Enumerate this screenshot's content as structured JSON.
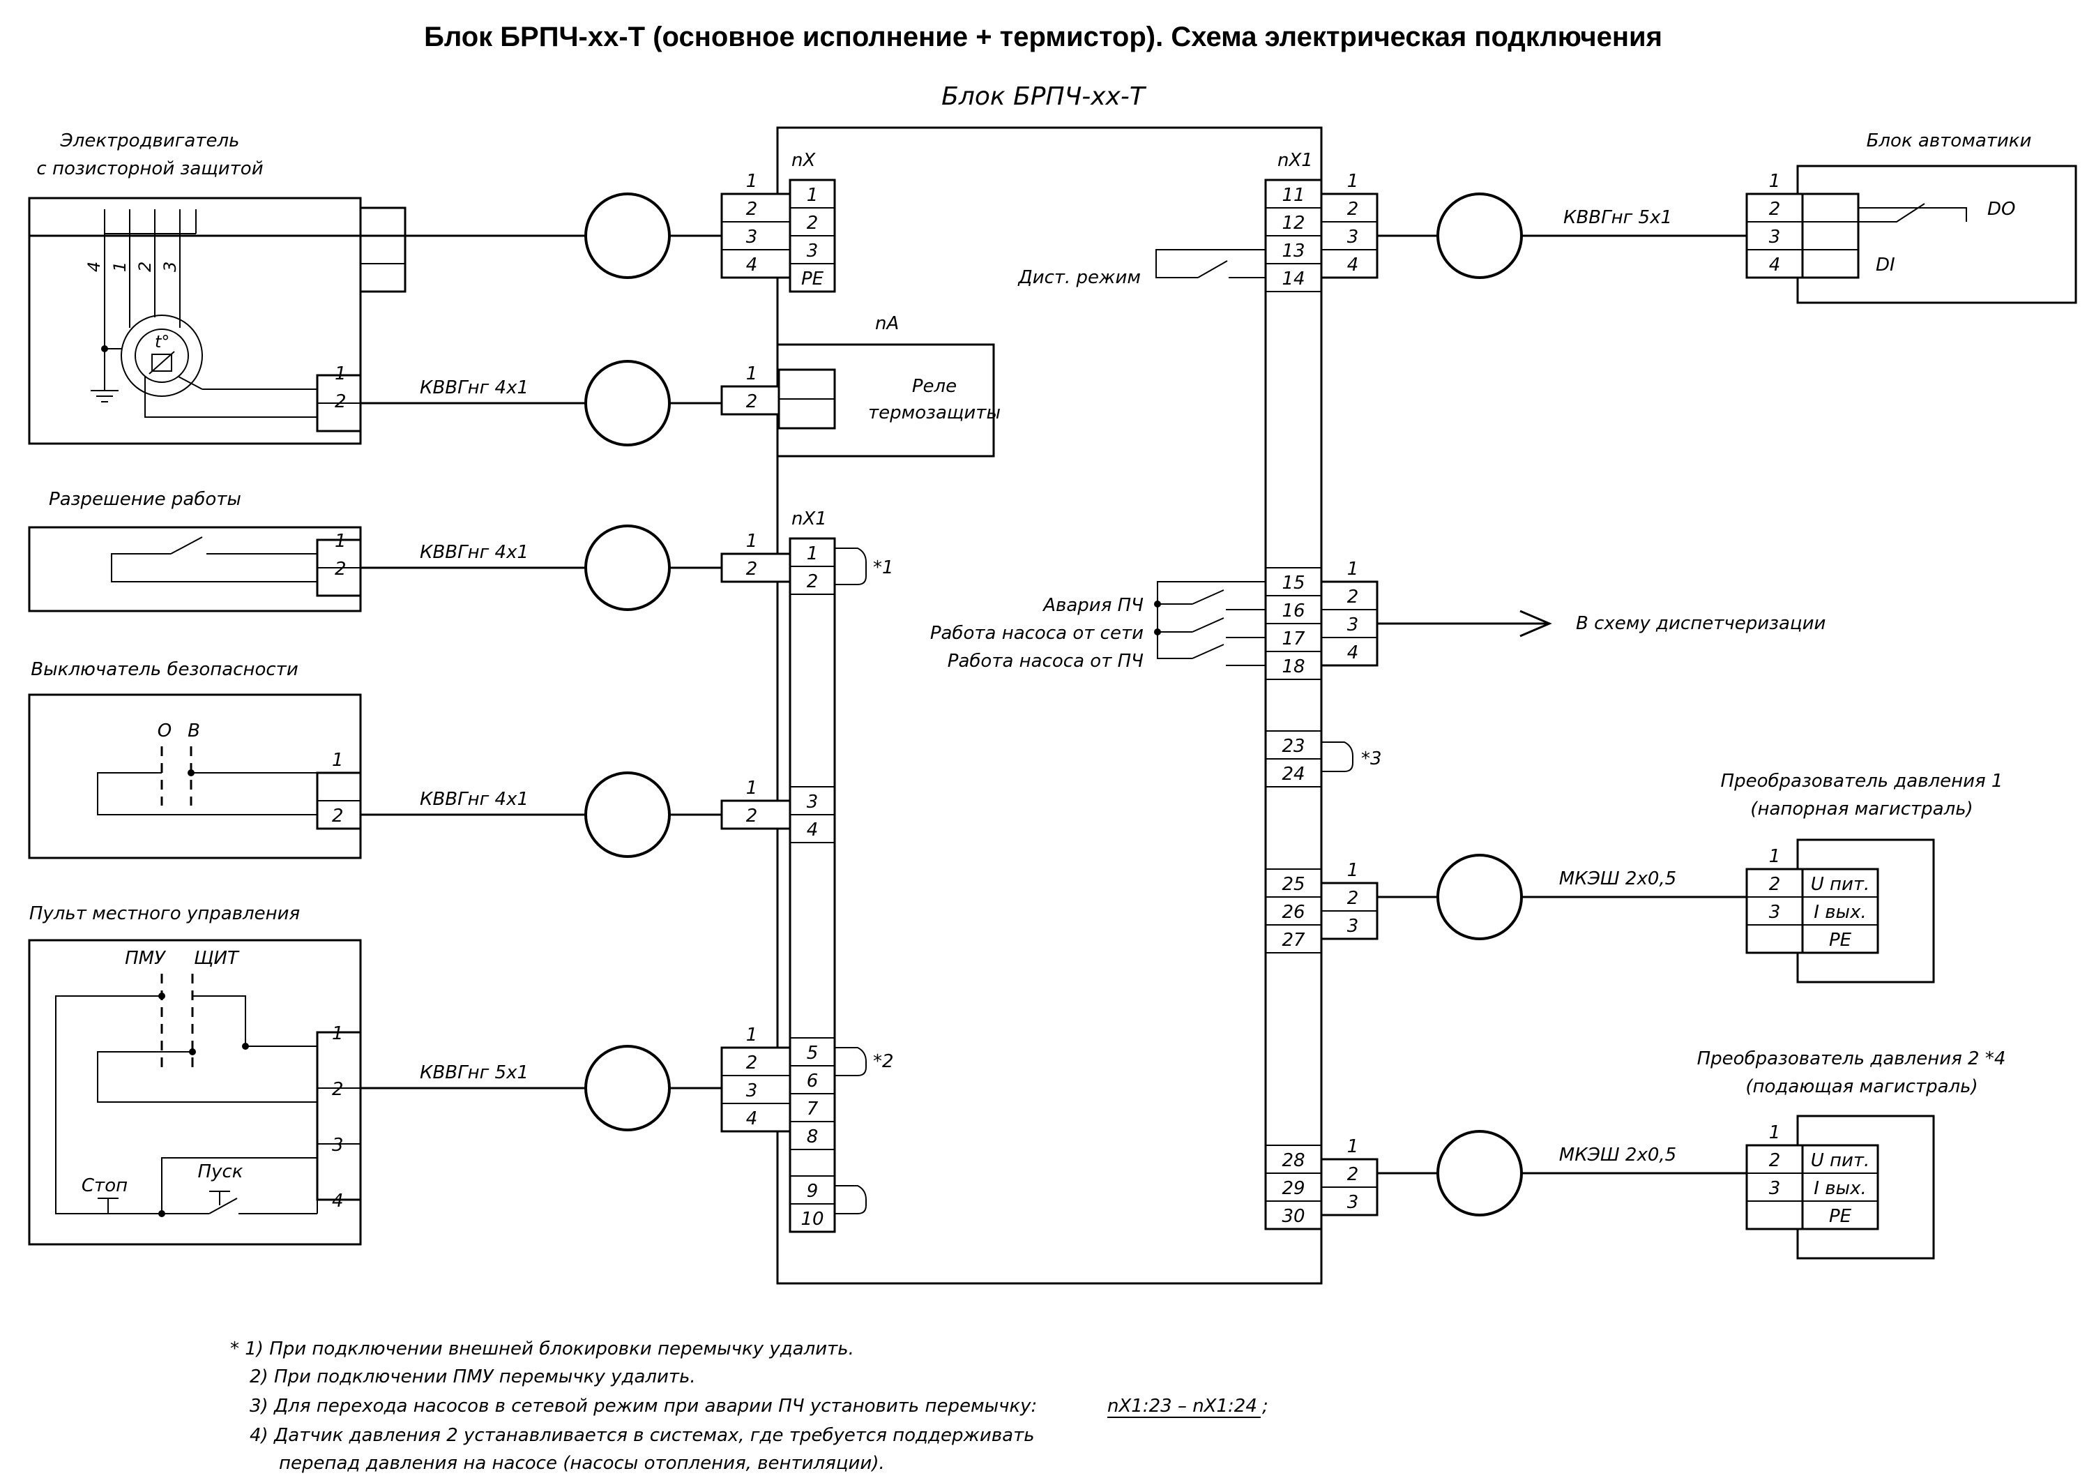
{
  "title": "Блок БРПЧ-хх-Т (основное исполнение + термистор). Схема электрическая подключения",
  "main_block": {
    "label": "Блок БРПЧ-хх-Т",
    "connector_nX": {
      "name": "nX",
      "pins": [
        "1",
        "2",
        "3",
        "PE"
      ]
    },
    "relay_nA": {
      "name": "nA",
      "label_line1": "Реле",
      "label_line2": "термозащиты"
    },
    "connector_nX1_left": {
      "name": "nX1",
      "pins": [
        "1",
        "2",
        "3",
        "4",
        "5",
        "6",
        "7",
        "8",
        "9",
        "10"
      ]
    },
    "connector_nX1_right": {
      "name": "nX1",
      "pins": [
        "11",
        "12",
        "13",
        "14",
        "15",
        "16",
        "17",
        "18",
        "23",
        "24",
        "25",
        "26",
        "27",
        "28",
        "29",
        "30"
      ]
    },
    "dist_mode": "Дист. режим",
    "outputs": [
      "Авария ПЧ",
      "Работа насоса от сети",
      "Работа насоса от ПЧ"
    ]
  },
  "motor": {
    "title_line1": "Электродвигатель",
    "title_line2": "с позисторной защитой",
    "wires": [
      "4",
      "1",
      "2",
      "3"
    ],
    "sensor": "t°"
  },
  "enable": {
    "title": "Разрешение работы"
  },
  "safety_switch": {
    "title": "Выключатель безопасности",
    "pos_o": "О",
    "pos_v": "В"
  },
  "local_panel": {
    "title": "Пульт местного управления",
    "pmu": "ПМУ",
    "shchit": "ЩИТ",
    "stop": "Стоп",
    "start": "Пуск"
  },
  "automation": {
    "title": "Блок автоматики",
    "do": "DO",
    "di": "DI"
  },
  "sensor1": {
    "title_line1": "Преобразователь давления 1",
    "title_line2": "(напорная магистраль)"
  },
  "sensor2": {
    "title_line1": "Преобразователь давления 2 *4",
    "title_line2": "(подающая магистраль)"
  },
  "sensor_pins": [
    "U пит.",
    "I вых.",
    "PE"
  ],
  "cables": {
    "kvvg4": "КВВГнг 4х1",
    "kvvg5": "КВВГнг 5х1",
    "mkesh": "МКЭШ 2х0,5"
  },
  "dispatch": "В схему диспетчеризации",
  "jumpers": {
    "j1": "*1",
    "j2": "*2",
    "j3": "*3"
  },
  "terminal_numbers": [
    "1",
    "2",
    "3",
    "4"
  ],
  "notes": [
    "* 1) При подключении внешней блокировки перемычку удалить.",
    "2) При подключении ПМУ перемычку удалить.",
    "3) Для перехода насосов в сетевой режим при аварии ПЧ установить перемычку:",
    "nX1:23 – nX1:24",
    ";",
    "4) Датчик давления 2 устанавливается в системах, где требуется поддерживать",
    "перепад давления на насосе (насосы отопления, вентиляции)."
  ]
}
